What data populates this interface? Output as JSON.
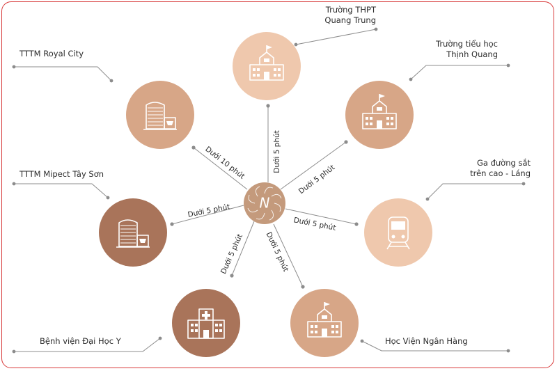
{
  "diagram": {
    "hub_logo_letter": "N",
    "colors": {
      "frame": "#d83a3a",
      "connector": "#8c8c8c",
      "label_text": "#2b2b2b",
      "hub": "#c49a7c",
      "light_node": "#efc8ad",
      "medium_node": "#d7a687",
      "dark_node": "#a9745a"
    },
    "nodes": [
      {
        "id": "thpt",
        "icon": "school-building-icon",
        "shade": "light",
        "title_lines": [
          "Trường THPT",
          "Quang Trung"
        ],
        "time": "Dưới 5 phút"
      },
      {
        "id": "tieuhoc",
        "icon": "school-building-icon",
        "shade": "medium",
        "title_lines": [
          "Trường tiểu học",
          "Thịnh Quang"
        ],
        "time": "Dưới 5 phút"
      },
      {
        "id": "ga",
        "icon": "train-icon",
        "shade": "light",
        "title_lines": [
          "Ga đường sắt",
          "trên cao - Láng"
        ],
        "time": "Dưới 5 phút"
      },
      {
        "id": "hocvien",
        "icon": "school-building-icon",
        "shade": "medium",
        "title_lines": [
          "Học Viện Ngân Hàng"
        ],
        "time": "Dưới 5 phút"
      },
      {
        "id": "benhvien",
        "icon": "hospital-icon",
        "shade": "dark",
        "title_lines": [
          "Bệnh viện Đại Học Y"
        ],
        "time": "Dưới 5 phút"
      },
      {
        "id": "mipect",
        "icon": "shopping-mall-icon",
        "shade": "dark",
        "title_lines": [
          "TTTM Mipect Tây Sơn"
        ],
        "time": "Dưới 5 phút"
      },
      {
        "id": "royal",
        "icon": "shopping-mall-icon",
        "shade": "medium",
        "title_lines": [
          "TTTM Royal City"
        ],
        "time": "Dưới 10 phút"
      }
    ]
  }
}
